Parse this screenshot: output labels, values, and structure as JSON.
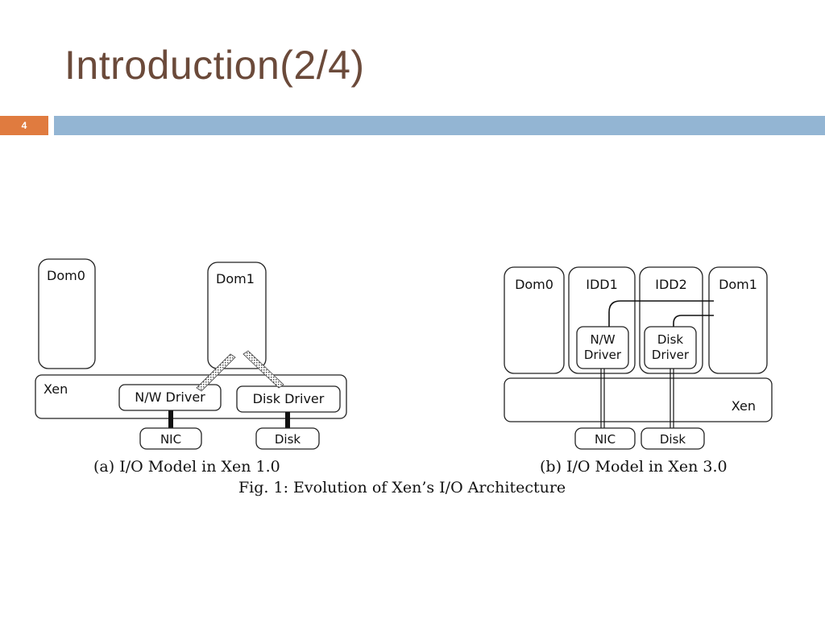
{
  "slide": {
    "title": "Introduction(2/4)",
    "number": "4",
    "colors": {
      "title": "#6b4a3a",
      "number_box": "#e07b3f",
      "accent_bar": "#93b5d3"
    }
  },
  "figure": {
    "left": {
      "dom0": "Dom0",
      "dom1": "Dom1",
      "xen": "Xen",
      "nw_driver": "N/W Driver",
      "disk_driver": "Disk Driver",
      "nic": "NIC",
      "disk": "Disk",
      "caption": "(a) I/O Model in Xen 1.0"
    },
    "right": {
      "dom0": "Dom0",
      "idd1": "IDD1",
      "idd2": "IDD2",
      "dom1": "Dom1",
      "nw_driver_line1": "N/W",
      "nw_driver_line2": "Driver",
      "disk_driver_line1": "Disk",
      "disk_driver_line2": "Driver",
      "xen": "Xen",
      "nic": "NIC",
      "disk": "Disk",
      "caption": "(b) I/O Model in Xen 3.0"
    },
    "caption": "Fig. 1: Evolution of Xen’s I/O Architecture"
  }
}
